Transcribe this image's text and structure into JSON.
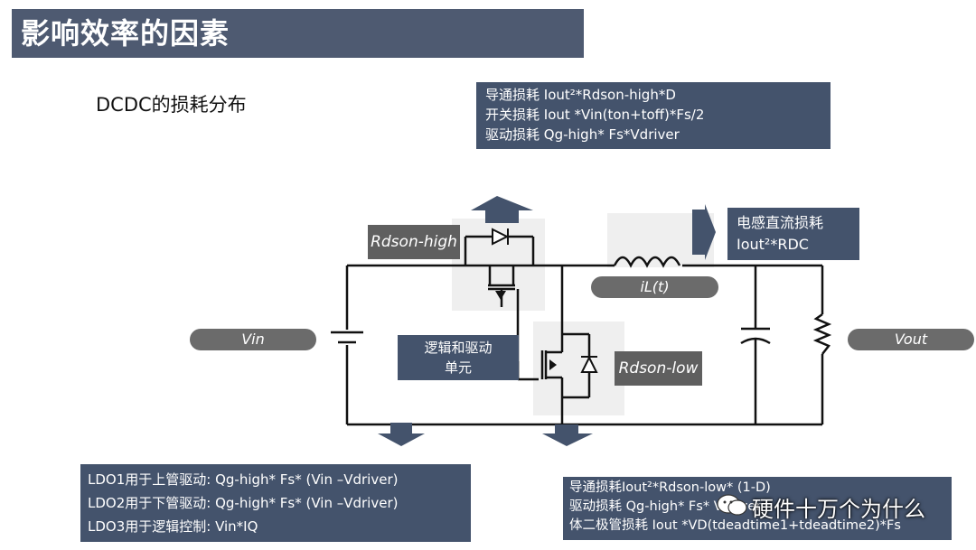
{
  "title": "影响效率的因素",
  "subtitle": "DCDC的损耗分布",
  "high_side_losses": {
    "line1": "导通损耗 Iout²*Rdson-high*D",
    "line2": "开关损耗 Iout *Vin(ton+toff)*Fs/2",
    "line3": "驱动损耗 Qg-high* Fs*Vdriver"
  },
  "inductor_loss": {
    "line1": "电感直流损耗",
    "line2": "Iout²*RDC"
  },
  "labels": {
    "rdson_high": "Rdson-high",
    "rdson_low": "Rdson-low",
    "il": "iL(t)",
    "vin": "Vin",
    "vout": "Vout",
    "logic_unit_line1": "逻辑和驱动",
    "logic_unit_line2": "单元"
  },
  "ldo_losses": {
    "line1": "LDO1用于上管驱动:  Qg-high* Fs* (Vin –Vdriver)",
    "line2": "LDO2用于下管驱动:  Qg-high* Fs* (Vin –Vdriver)",
    "line3": "LDO3用于逻辑控制:  Vin*IQ"
  },
  "low_side_losses": {
    "line1": "导通损耗Iout²*Rdson-low* (1-D)",
    "line2": "驱动损耗 Qg-high* Fs* Vdriver",
    "line3": "体二极管损耗 Iout *VD(tdeadtime1+tdeadtime2)*Fs"
  },
  "watermark": "硬件十万个为什么",
  "colors": {
    "title_bg": "#4e5a71",
    "box_bg": "#44536c",
    "label_bg": "#5f5f5f",
    "pill_bg": "#6b6b6b",
    "arrow": "#44536c"
  },
  "icons": [
    "arrow-up-icon",
    "arrow-right-icon",
    "arrow-down-icon",
    "wechat-icon"
  ]
}
